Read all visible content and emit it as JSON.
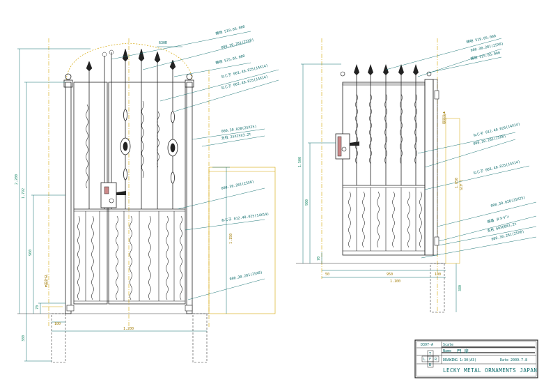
{
  "left_gate": {
    "arch_label": "630R",
    "annotations": [
      "鋳物 519.05.000",
      "000.30.281(25X8)",
      "鋳物 525.05.000",
      "ねじ子 001.40.025(14X14)",
      "ねじ子 002.40.025(14X14)",
      "000.30.028(25X25)",
      "支柱 25X25X3.2t",
      "000.30.281(25X8)",
      "ねじ子 012.40.025(14X14)",
      "000.30.281(25X8)"
    ],
    "dims": {
      "total_height": "2.200",
      "height_a": "1.792",
      "height_b": "960",
      "bottom": "70",
      "post_depth": "380",
      "ground_label": "▼設計GL",
      "post_width": "100",
      "total_width": "1.200",
      "wall_height": "1.150"
    }
  },
  "right_gate": {
    "annotations": [
      "鋳物 519.05.000",
      "000.30.281(25X8)",
      "鋳物 525.05.000",
      "ねじ子 012.40.025(14X14)",
      "000.30.281(25X8)",
      "ねじ子 001.40.025(14X14)",
      "000.30.028(25X25)",
      "蝶番 タキゲン",
      "支柱 60X60X3.2t",
      "000.30.281(25X8)"
    ],
    "dims": {
      "height_a": "1.500",
      "height_b": "900",
      "bottom": "70",
      "ground_label": "▼地盤面",
      "side_height": "1.415",
      "side_height_b": "1.050",
      "w_left": "50",
      "w_mid": "950",
      "w_right": "100",
      "total_width": "1.100",
      "post_depth": "380"
    }
  },
  "title_block": {
    "drawing_no": "D397-A",
    "scale_label": "Scale",
    "name_label": "Name",
    "name_value": "門 扉",
    "cell_t": "T",
    "cell_l": "L",
    "cell_f": "F",
    "cell_r": "R",
    "cell_b": "B",
    "row3_text": "DRAWING   1:30(A3)",
    "row3_right": "Date 2009.7.8",
    "company": "LECKY METAL ORNAMENTS JAPAN"
  }
}
